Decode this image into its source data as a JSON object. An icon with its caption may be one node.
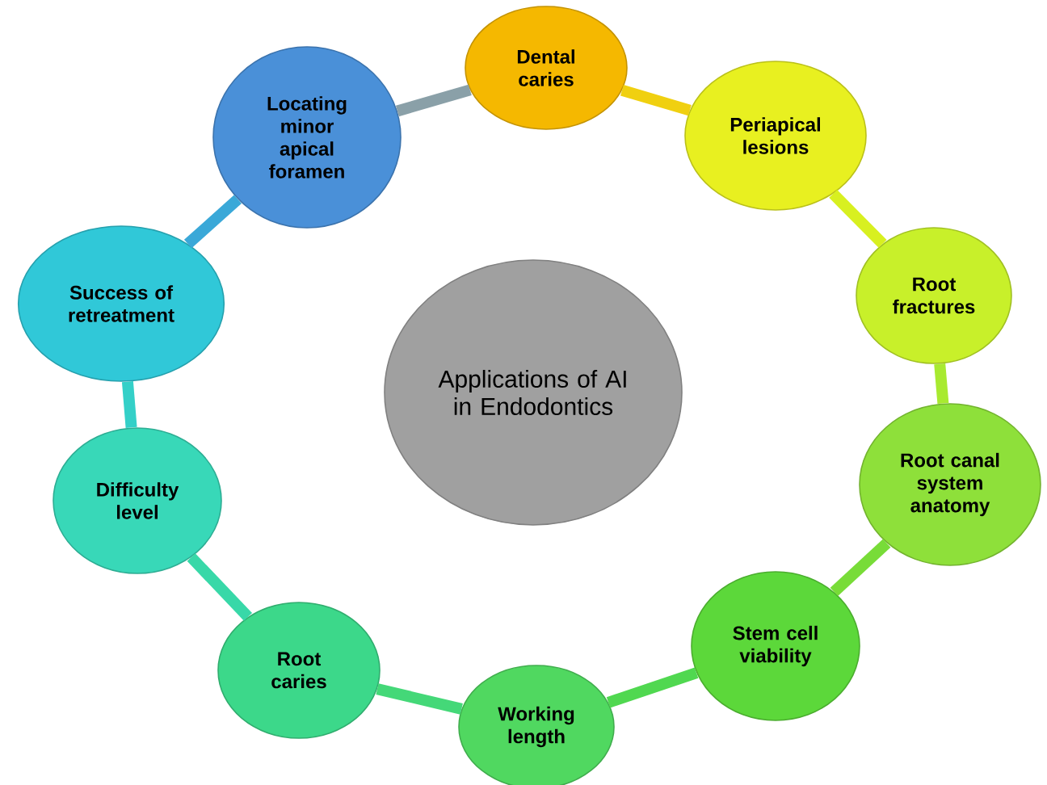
{
  "diagram": {
    "nodes": [
      {
        "text": [
          "Dental caries"
        ]
      },
      {
        "text": [
          "Periapical lesions"
        ]
      },
      {
        "text": [
          "Root fractures"
        ]
      },
      {
        "text": [
          "Root canal system anatomy"
        ]
      },
      {
        "text": [
          "Stem cell viability"
        ]
      },
      {
        "text": [
          "Working length"
        ]
      },
      {
        "text": [
          "Root caries"
        ]
      },
      {
        "text": [
          "Difficulty level"
        ]
      },
      {
        "text": [
          "Success of retreatment"
        ]
      },
      {
        "text": [
          "Locating minor apical foramen"
        ]
      },
      {
        "text": [
          "Applications of AI in Endodontics"
        ]
      }
    ],
    "edges": [
      {
        "from": 0,
        "to": 1,
        "arrow": "none",
        "color": "#f0d010"
      },
      {
        "from": 1,
        "to": 2,
        "arrow": "none",
        "color": "#d8f020"
      },
      {
        "from": 2,
        "to": 3,
        "arrow": "none",
        "color": "#a8ea30"
      },
      {
        "from": 3,
        "to": 4,
        "arrow": "none",
        "color": "#78dc38"
      },
      {
        "from": 4,
        "to": 5,
        "arrow": "none",
        "color": "#50d850"
      },
      {
        "from": 5,
        "to": 6,
        "arrow": "none",
        "color": "#44d878"
      },
      {
        "from": 6,
        "to": 7,
        "arrow": "none",
        "color": "#38d8a8"
      },
      {
        "from": 7,
        "to": 8,
        "arrow": "none",
        "color": "#34d0c8"
      },
      {
        "from": 8,
        "to": 9,
        "arrow": "none",
        "color": "#3aa8d8"
      },
      {
        "from": 9,
        "to": 0,
        "arrow": "none",
        "color": "#8aa0a8"
      }
    ]
  }
}
